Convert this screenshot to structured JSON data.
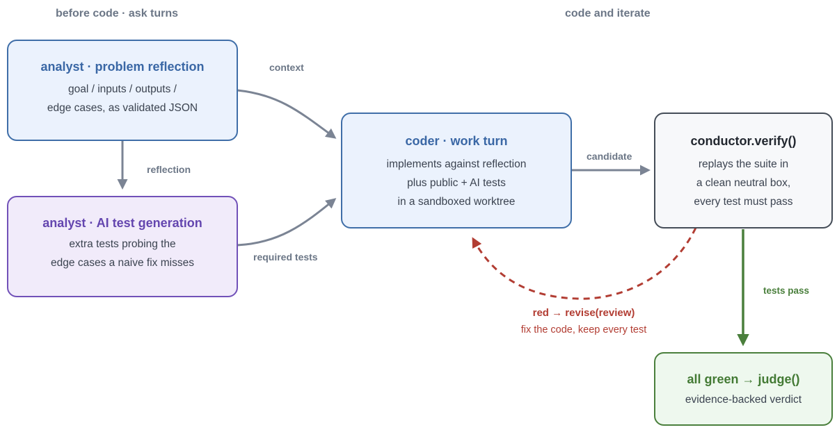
{
  "sections": {
    "left": "before code · ask turns",
    "right": "code and iterate"
  },
  "nodes": {
    "reflection": {
      "title": "analyst · problem reflection",
      "lines": [
        "goal / inputs / outputs /",
        "edge cases, as validated JSON"
      ]
    },
    "testgen": {
      "title": "analyst · AI test generation",
      "lines": [
        "extra tests probing the",
        "edge cases a naive fix misses"
      ]
    },
    "coder": {
      "title": "coder · work turn",
      "lines": [
        "implements against reflection",
        "plus public + AI tests",
        "in a sandboxed worktree"
      ]
    },
    "verify": {
      "title": "conductor.verify()",
      "lines": [
        "replays the suite in",
        "a clean neutral box,",
        "every test must pass"
      ]
    },
    "judge": {
      "title": "all green → judge()",
      "lines": [
        "evidence-backed verdict"
      ]
    }
  },
  "edges": {
    "context": "context",
    "reflection": "reflection",
    "required_tests": "required tests",
    "candidate": "candidate",
    "tests_pass": "tests pass",
    "revise_title": "red → revise(review)",
    "revise_sub": "fix the code, keep every test"
  },
  "colors": {
    "edge_gray": "#7b8494",
    "loop_red": "#b23d33",
    "pass_green": "#4a7f3c"
  }
}
